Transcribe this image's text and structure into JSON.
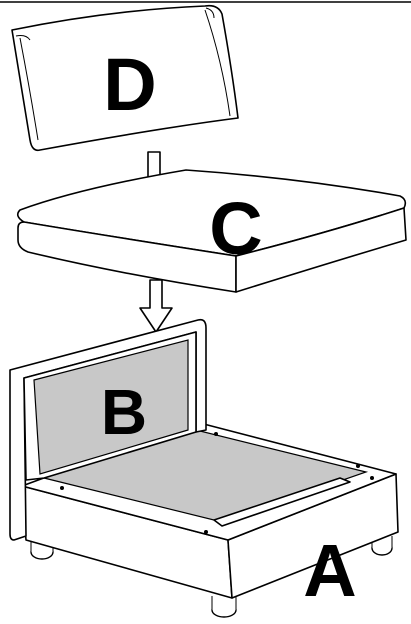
{
  "labels": {
    "pillow": "D",
    "seat_cushion": "C",
    "backrest": "B",
    "base_frame": "A"
  },
  "colors": {
    "line": "#000000",
    "fill": "#ffffff",
    "panel_gray": "#c8c8c8"
  },
  "icons": [
    "arrow-down-icon",
    "arrow-down-icon"
  ]
}
